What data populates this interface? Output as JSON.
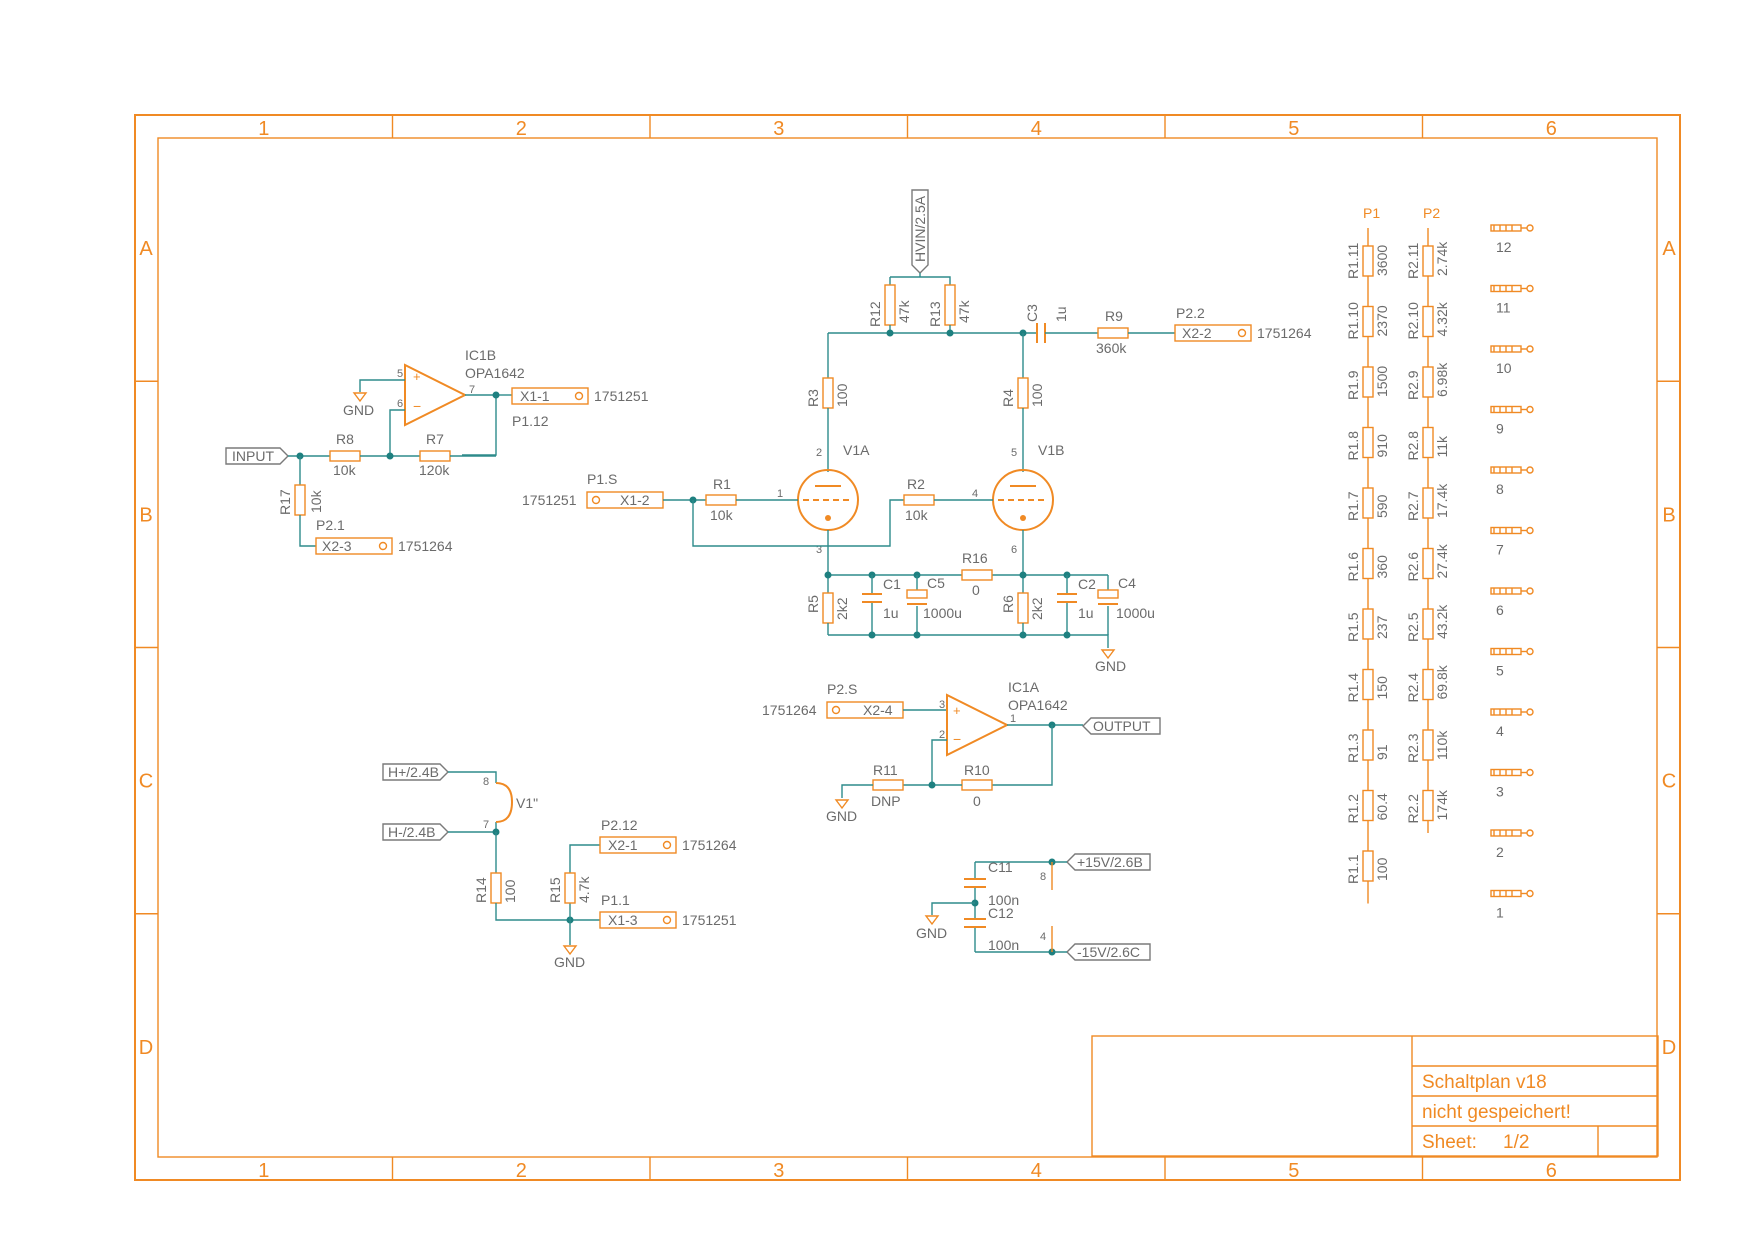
{
  "frame": {
    "columns": [
      "1",
      "2",
      "3",
      "4",
      "5",
      "6"
    ],
    "rows": [
      "A",
      "B",
      "C",
      "D"
    ]
  },
  "title_block": {
    "title": "Schaltplan v18",
    "status": "nicht gespeichert!",
    "sheet_label": "Sheet:",
    "sheet_value": "1/2"
  },
  "ports": {
    "input": "INPUT",
    "output": "OUTPUT",
    "hvin": "HVIN/2.5A",
    "hplus": "H+/2.4B",
    "hminus": "H-/2.4B",
    "p15": "+15V/2.6B",
    "m15": "-15V/2.6C"
  },
  "labels": {
    "ic1b_name": "IC1B",
    "ic1b_part": "OPA1642",
    "ic1a_name": "IC1A",
    "ic1a_part": "OPA1642",
    "gnd": "GND",
    "r8": "R8",
    "r8v": "10k",
    "r7": "R7",
    "r7v": "120k",
    "r17": "R17",
    "r17v": "10k",
    "r1": "R1",
    "r1v": "10k",
    "r2": "R2",
    "r2v": "10k",
    "r3": "R3",
    "r3v": "100",
    "r4": "R4",
    "r4v": "100",
    "r5": "R5",
    "r5v": "2k2",
    "r6": "R6",
    "r6v": "2k2",
    "r9": "R9",
    "r9v": "360k",
    "r10": "R10",
    "r10v": "0",
    "r11": "R11",
    "r11v": "DNP",
    "r12": "R12",
    "r12v": "47k",
    "r13": "R13",
    "r13v": "47k",
    "r14": "R14",
    "r14v": "100",
    "r15": "R15",
    "r15v": "4.7k",
    "r16": "R16",
    "r16v": "0",
    "c1": "C1",
    "c1v": "1u",
    "c2": "C2",
    "c2v": "1u",
    "c3": "C3",
    "c3v": "1u",
    "c4": "C4",
    "c4v": "1000u",
    "c5": "C5",
    "c5v": "1000u",
    "c11": "C11",
    "c11v": "100n",
    "c12": "C12",
    "c12v": "100n",
    "v1a": "V1A",
    "v1b": "V1B",
    "v1h": "V1\"",
    "x1_1": "X1-1",
    "x1_2": "X1-2",
    "x1_3": "X1-3",
    "x2_1": "X2-1",
    "x2_2": "X2-2",
    "x2_3": "X2-3",
    "x2_4": "X2-4",
    "pn_1751251": "1751251",
    "pn_1751264": "1751264",
    "p1_12": "P1.12",
    "p1_s": "P1.S",
    "p2_1": "P2.1",
    "p2_2": "P2.2",
    "p2_s": "P2.S",
    "p2_12": "P2.12",
    "p1_1": "P1.1",
    "p1_head": "P1",
    "p2_head": "P2",
    "pin1": "1",
    "pin2": "2",
    "pin3": "3",
    "pin4": "4",
    "pin5": "5",
    "pin6": "6",
    "pin7": "7",
    "pin8": "8"
  },
  "ladder_p1": [
    {
      "name": "R1.11",
      "value": "3600"
    },
    {
      "name": "R1.10",
      "value": "2370"
    },
    {
      "name": "R1.9",
      "value": "1500"
    },
    {
      "name": "R1.8",
      "value": "910"
    },
    {
      "name": "R1.7",
      "value": "590"
    },
    {
      "name": "R1.6",
      "value": "360"
    },
    {
      "name": "R1.5",
      "value": "237"
    },
    {
      "name": "R1.4",
      "value": "150"
    },
    {
      "name": "R1.3",
      "value": "91"
    },
    {
      "name": "R1.2",
      "value": "60.4"
    },
    {
      "name": "R1.1",
      "value": "100"
    }
  ],
  "ladder_p2": [
    {
      "name": "R2.11",
      "value": "2.74k"
    },
    {
      "name": "R2.10",
      "value": "4.32k"
    },
    {
      "name": "R2.9",
      "value": "6.98k"
    },
    {
      "name": "R2.8",
      "value": "11k"
    },
    {
      "name": "R2.7",
      "value": "17.4k"
    },
    {
      "name": "R2.6",
      "value": "27.4k"
    },
    {
      "name": "R2.5",
      "value": "43.2k"
    },
    {
      "name": "R2.4",
      "value": "69.8k"
    },
    {
      "name": "R2.3",
      "value": "110k"
    },
    {
      "name": "R2.2",
      "value": "174k"
    }
  ],
  "pads": [
    "12",
    "11",
    "10",
    "9",
    "8",
    "7",
    "6",
    "5",
    "4",
    "3",
    "2",
    "1"
  ]
}
